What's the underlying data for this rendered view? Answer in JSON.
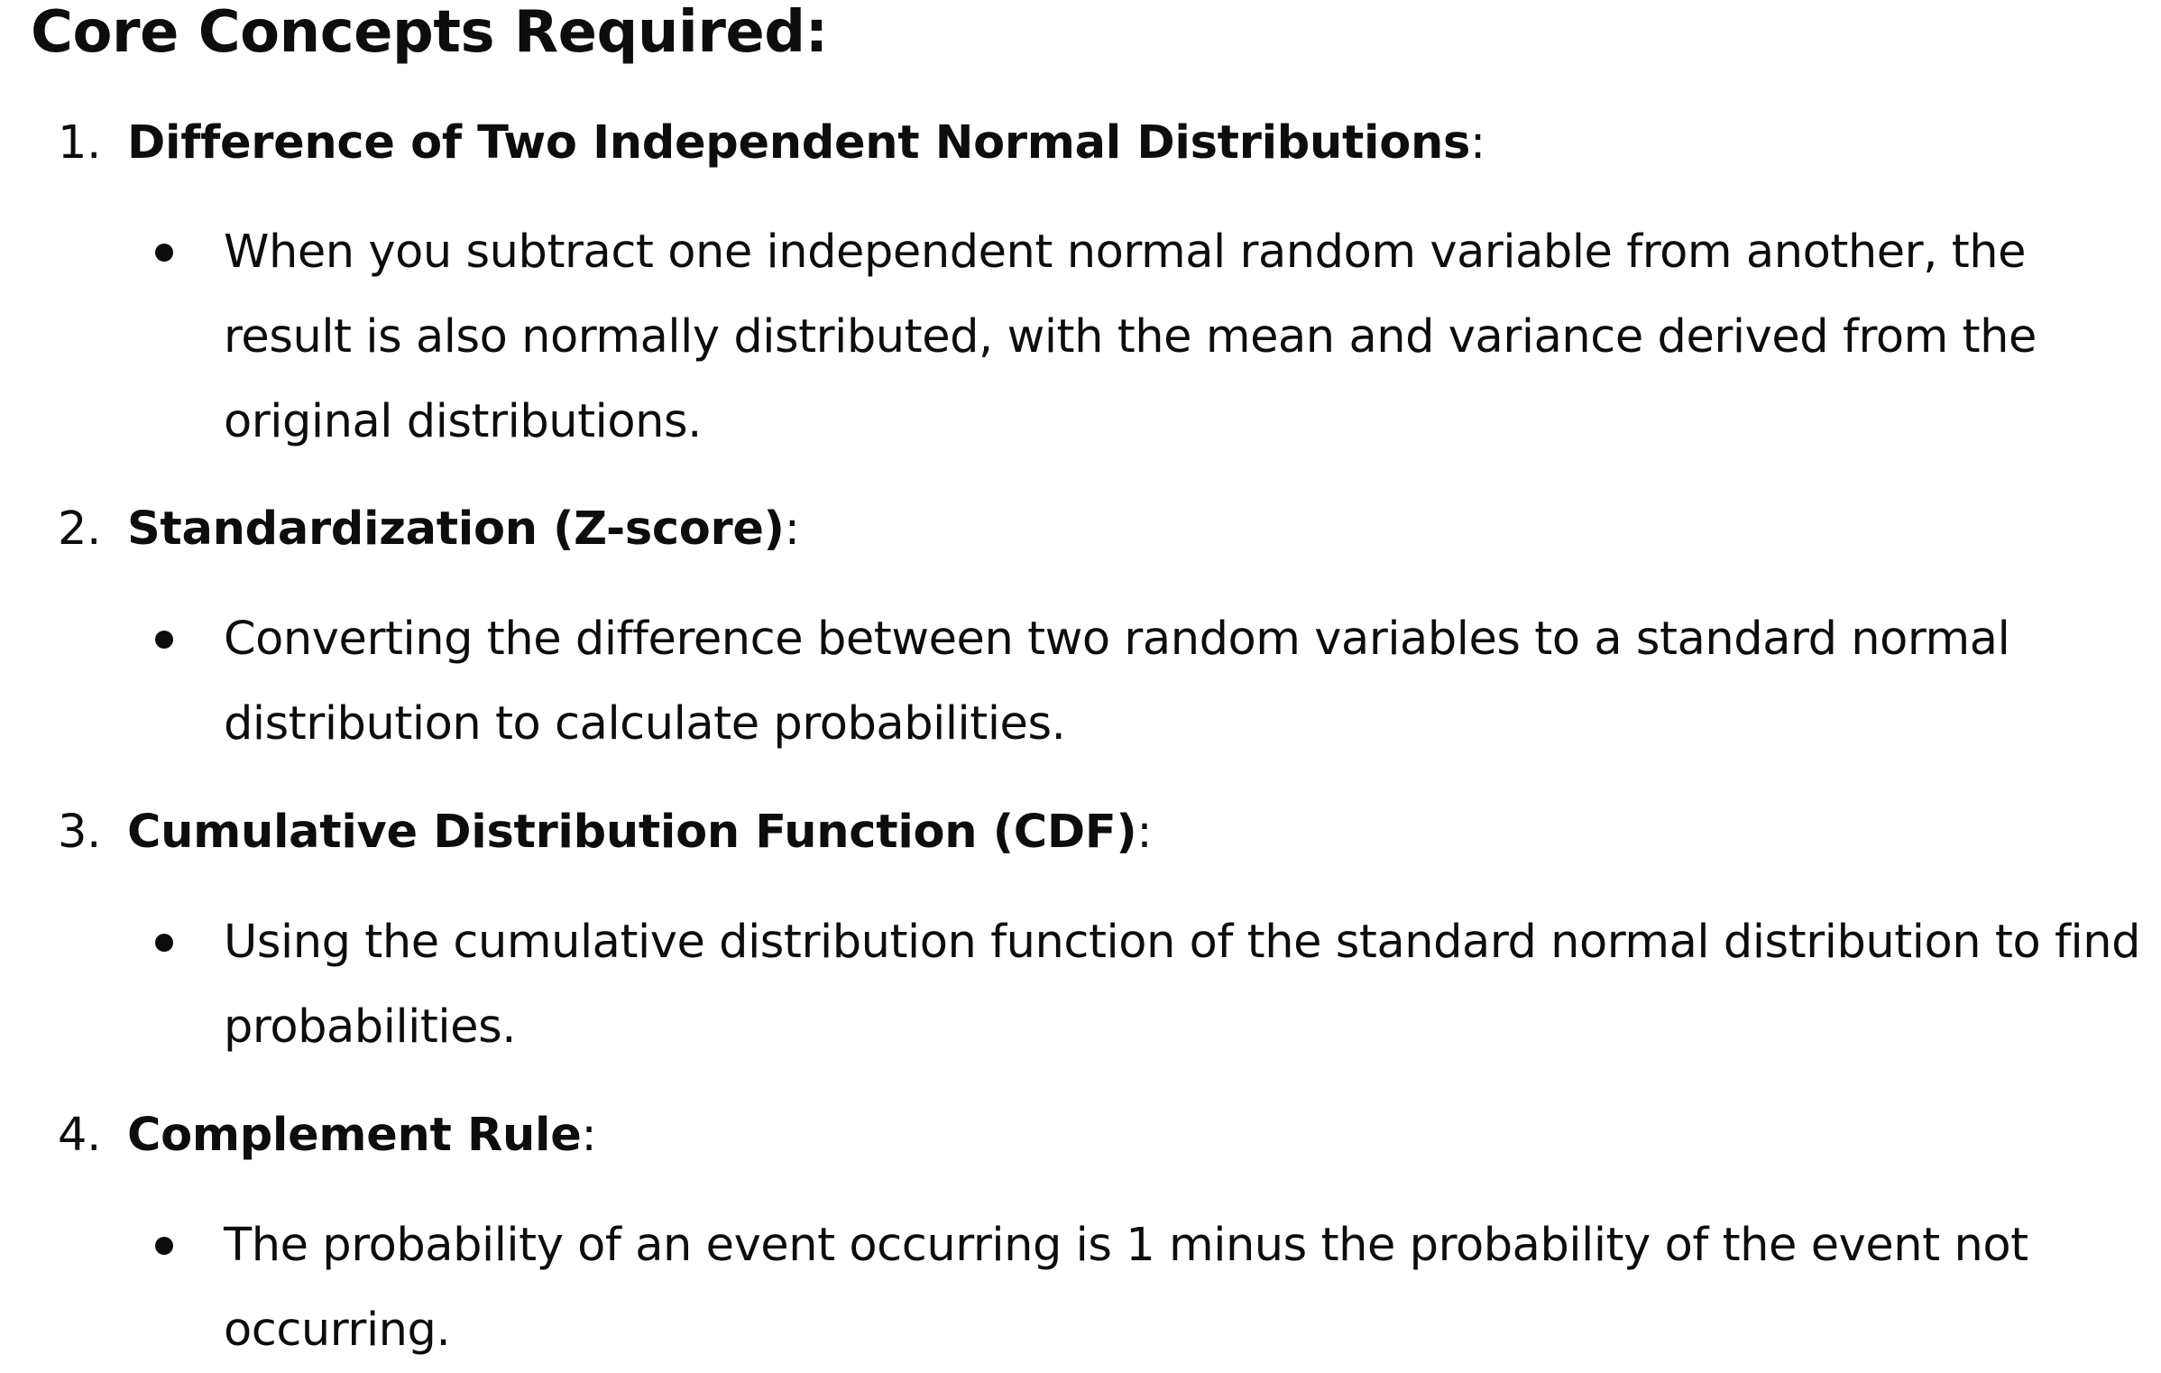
{
  "heading": "Core Concepts Required:",
  "concepts": [
    {
      "number": "1.",
      "name": "Difference of Two Independent Normal Distributions",
      "colon": ":",
      "detail": "When you subtract one independent normal random variable from another, the result is also normally distributed, with the mean and variance derived from the original distributions."
    },
    {
      "number": "2.",
      "name": "Standardization (Z-score)",
      "colon": ":",
      "detail": "Converting the difference between two random variables to a standard normal distribution to calculate probabilities."
    },
    {
      "number": "3.",
      "name": "Cumulative Distribution Function (CDF)",
      "colon": ":",
      "detail": "Using the cumulative distribution function of the standard normal distribution to find probabilities."
    },
    {
      "number": "4.",
      "name": "Complement Rule",
      "colon": ":",
      "detail": "The probability of an event occurring is 1 minus the probability of the event not occurring."
    }
  ]
}
